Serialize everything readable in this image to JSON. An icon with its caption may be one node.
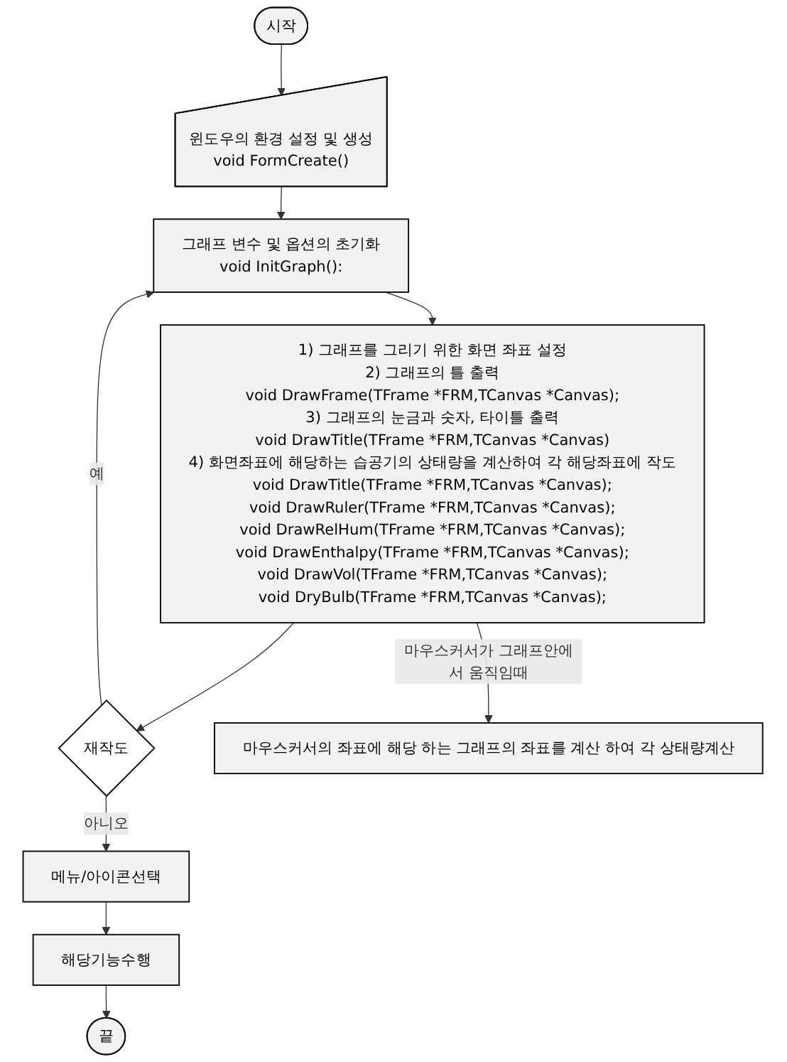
{
  "diagram": {
    "nodes": [
      {
        "text": [
          "시작"
        ]
      },
      {
        "text": [
          "윈도우의 환경 설정 및 생성",
          "void FormCreate()"
        ]
      },
      {
        "text": [
          "그래프 변수 및 옵션의 초기화",
          "void InitGraph():"
        ]
      },
      {
        "text": [
          "1) 그래프를 그리기 위한 화면 좌표 설정",
          "2) 그래프의 틀 출력",
          "void DrawFrame(TFrame *FRM,TCanvas *Canvas);",
          "3) 그래프의 눈금과 숫자, 타이틀 출력",
          "void DrawTitle(TFrame *FRM,TCanvas *Canvas)",
          "4) 화면좌표에 해당하는 습공기의 상태량을 계산하여 각 해당좌표에 작도",
          "void DrawTitle(TFrame *FRM,TCanvas *Canvas);",
          "void DrawRuler(TFrame *FRM,TCanvas *Canvas);",
          "void DrawRelHum(TFrame *FRM,TCanvas *Canvas);",
          "void DrawEnthalpy(TFrame *FRM,TCanvas *Canvas);",
          "void DrawVol(TFrame *FRM,TCanvas *Canvas);",
          "void DryBulb(TFrame *FRM,TCanvas *Canvas);"
        ]
      },
      {
        "text": [
          "재작도"
        ]
      },
      {
        "text": [
          "메뉴/아이콘선택"
        ]
      },
      {
        "text": [
          "해당기능수행"
        ]
      },
      {
        "text": [
          "끝"
        ]
      },
      {
        "text": [
          "마우스커서의 좌표에 해당 하는 그래프의 좌표를 계산 하여 각 상태량계산"
        ]
      }
    ],
    "edges": [
      {
        "from": 0,
        "to": 1,
        "arrow": "to"
      },
      {
        "from": 1,
        "to": 2,
        "arrow": "to"
      },
      {
        "from": 2,
        "to": 3,
        "arrow": "to"
      },
      {
        "from": 3,
        "to": 4,
        "arrow": "to"
      },
      {
        "from": 4,
        "to": 2,
        "arrow": "to",
        "label": "예"
      },
      {
        "from": 4,
        "to": 5,
        "arrow": "to",
        "label": "아니오"
      },
      {
        "from": 5,
        "to": 6,
        "arrow": "to"
      },
      {
        "from": 6,
        "to": 7,
        "arrow": "to"
      },
      {
        "from": 3,
        "to": 8,
        "arrow": "to",
        "label": "마우스커서가 그래프안에서 움직임때"
      }
    ]
  }
}
